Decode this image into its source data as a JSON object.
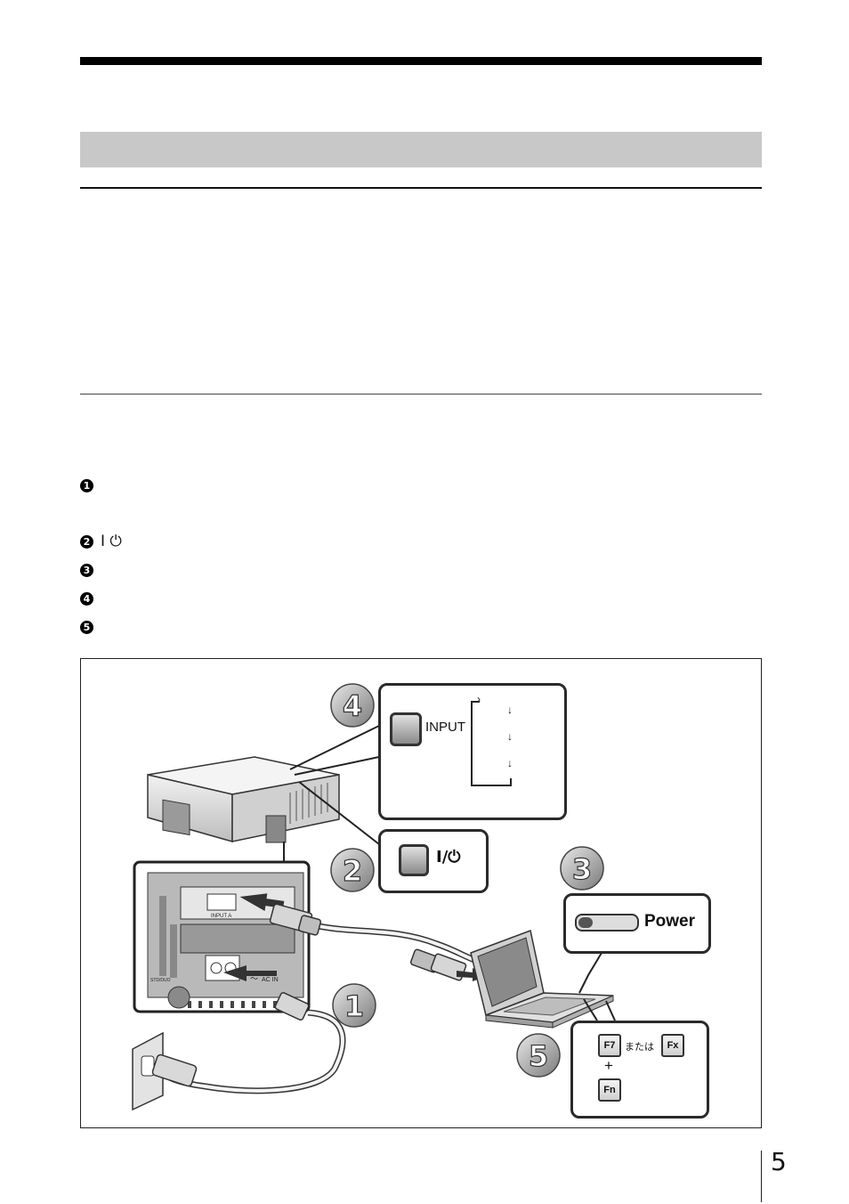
{
  "steps": [
    {
      "marker": "1",
      "text": ""
    },
    {
      "marker": "2",
      "text": "I ⏻"
    },
    {
      "marker": "3",
      "text": ""
    },
    {
      "marker": "4",
      "text": ""
    },
    {
      "marker": "5",
      "text": ""
    }
  ],
  "figure": {
    "callouts": {
      "input_label": "INPUT",
      "power_symbol": "I/⏻",
      "laptop_power": "Power",
      "key_f7": "F7",
      "key_or": "または",
      "key_fx": "Fx",
      "key_plus": "+",
      "key_fn": "Fn"
    },
    "panel_labels": {
      "input_a": "INPUT A",
      "ac_in": "AC IN",
      "std_duo": "STD/DUO"
    },
    "step_badges": [
      "1",
      "2",
      "3",
      "4",
      "5"
    ],
    "icons": [
      "projector-illustration",
      "laptop-illustration",
      "wall-outlet-illustration",
      "vga-cable-illustration",
      "power-cord-illustration"
    ]
  },
  "page_number": "5"
}
